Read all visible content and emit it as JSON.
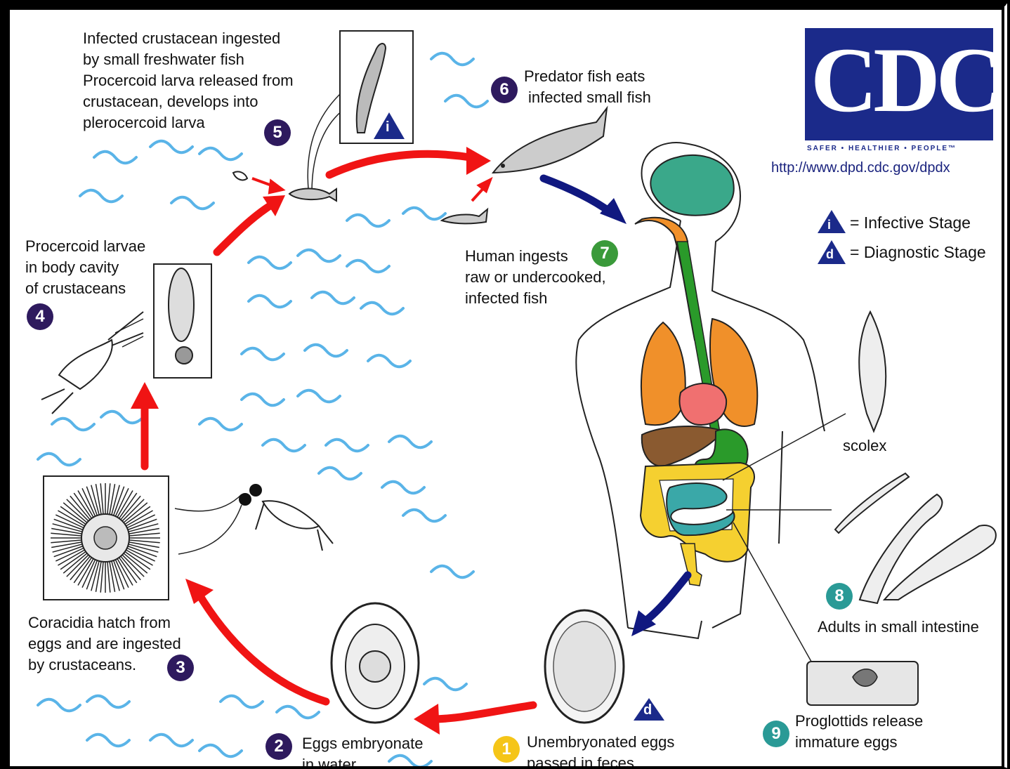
{
  "logo": {
    "text": "CDC",
    "tagline": "SAFER • HEALTHIER • PEOPLE™",
    "url": "http://www.dpd.cdc.gov/dpdx"
  },
  "legend": {
    "infective_symbol": "i",
    "infective_label": "= Infective Stage",
    "diagnostic_symbol": "d",
    "diagnostic_label": "= Diagnostic Stage"
  },
  "stages": [
    {
      "number": "1",
      "lines": [
        "Unembryonated eggs",
        "passed in feces"
      ],
      "color": "#f5c518"
    },
    {
      "number": "2",
      "lines": [
        "Eggs embryonate",
        "in water"
      ],
      "color": "#2e1a5e"
    },
    {
      "number": "3",
      "lines": [
        "Coracidia hatch from",
        "eggs and are ingested",
        "by crustaceans."
      ],
      "color": "#2e1a5e"
    },
    {
      "number": "4",
      "lines": [
        "Procercoid larvae",
        "in body cavity",
        "of crustaceans"
      ],
      "color": "#2e1a5e"
    },
    {
      "number": "5",
      "lines": [
        "Infected crustacean ingested",
        "by small freshwater fish",
        "Procercoid larva released from",
        "crustacean, develops into",
        "plerocercoid larva"
      ],
      "color": "#2e1a5e"
    },
    {
      "number": "6",
      "lines": [
        "Predator fish eats",
        "infected small fish"
      ],
      "color": "#2e1a5e"
    },
    {
      "number": "7",
      "lines": [
        "Human ingests",
        "raw or undercooked,",
        "infected fish"
      ],
      "color": "#3a9a3a"
    },
    {
      "number": "8",
      "lines": [
        "Adults in small intestine"
      ],
      "color": "#2a9a96"
    },
    {
      "number": "9",
      "lines": [
        "Proglottids release",
        "immature eggs"
      ],
      "color": "#2a9a96"
    }
  ],
  "labels": {
    "scolex": "scolex",
    "infective_marker": "i",
    "diagnostic_marker": "d"
  },
  "colors": {
    "water": "#5ab4e8",
    "red_arrow": "#f01414",
    "blue_arrow": "#101880",
    "cdc_blue": "#1b2a8a",
    "brain": "#3aa88a",
    "lungs": "#f0902a",
    "heart": "#f07070",
    "liver": "#8a5a30",
    "stomach": "#2a9a2a",
    "colon": "#f5d030",
    "small_intestine": "#3aa8a8"
  }
}
